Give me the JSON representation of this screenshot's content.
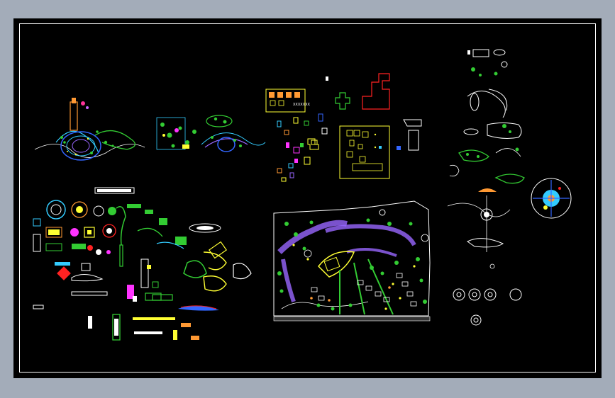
{
  "app": {
    "title_blocks": {
      "plan_legend": "XXXXXXX"
    },
    "colors": {
      "background": "#000000",
      "frame": "#ffffff",
      "chrome": "#a3acb9",
      "accent_green": "#33cc33",
      "accent_purple": "#9966ff",
      "accent_yellow": "#ffff33",
      "accent_red": "#ff2222",
      "accent_cyan": "#33ccff"
    },
    "drawing_groups": [
      "entrance-plaza-elevation",
      "landscape-nodes",
      "building-unit-plans",
      "unit-cluster-detail",
      "paving-and-furniture-details",
      "site-master-plan",
      "plaza-detail-sheets"
    ]
  }
}
